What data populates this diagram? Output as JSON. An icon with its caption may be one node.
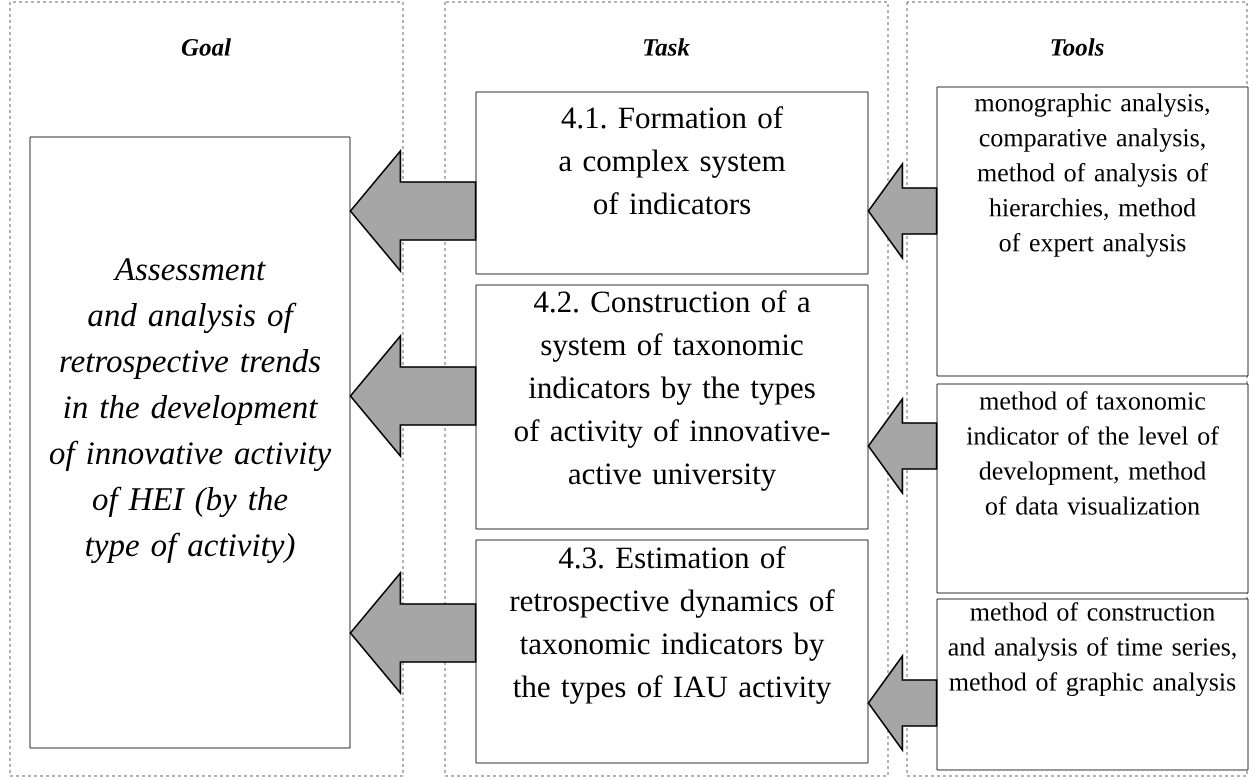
{
  "diagram": {
    "nodes": [
      {
        "text": [
          "Goal"
        ]
      },
      {
        "text": [
          "Assessment and analysis of retrospective trends in the development of innovative activity of HEI (by the type of activity)"
        ],
        "in": 0
      },
      {
        "text": [
          "Task"
        ]
      },
      {
        "text": [
          "4.1. Formation of a complex system of indicators"
        ],
        "in": 2
      },
      {
        "text": [
          "4.2. Construction of a system of taxonomic indicators by the types of activity of innovative-active university"
        ],
        "in": 2
      },
      {
        "text": [
          "4.3. Estimation of retrospective dynamics of taxonomic indicators by the types of IAU activity"
        ],
        "in": 2
      },
      {
        "text": [
          "Tools"
        ]
      },
      {
        "text": [
          "monographic analysis, comparative analysis, method of analysis of hierarchies, method of expert analysis"
        ],
        "in": 6
      },
      {
        "text": [
          "method of taxonomic indicator of the level of development, method of data visualization"
        ],
        "in": 6
      },
      {
        "text": [
          "method of construction and analysis of time series, method of graphic analysis"
        ],
        "in": 6
      }
    ],
    "edges": [
      {
        "from": 3,
        "to": 1,
        "arrow": "to"
      },
      {
        "from": 4,
        "to": 1,
        "arrow": "to"
      },
      {
        "from": 5,
        "to": 1,
        "arrow": "to"
      },
      {
        "from": 7,
        "to": 3,
        "arrow": "to"
      },
      {
        "from": 8,
        "to": 4,
        "arrow": "to"
      },
      {
        "from": 9,
        "to": 5,
        "arrow": "to"
      }
    ]
  }
}
